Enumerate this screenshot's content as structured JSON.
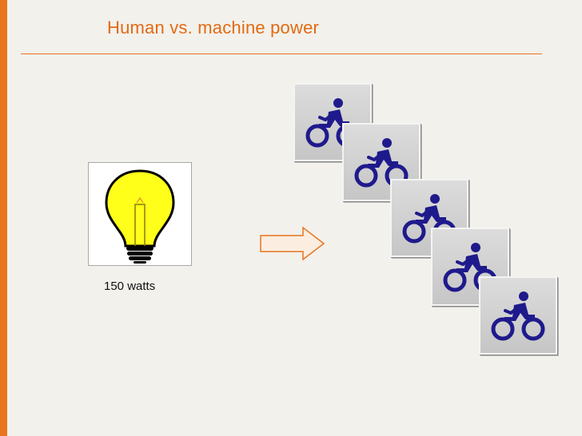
{
  "slide": {
    "title": "Human vs. machine power",
    "bulb_caption": "150 watts"
  },
  "icons": {
    "bulb": "light-bulb-icon",
    "arrow": "right-arrow-icon",
    "cyclist": "cyclist-icon"
  },
  "colors": {
    "accent": "#e8741f",
    "title": "#e26a12",
    "bulb_yellow": "#ffff1a",
    "cyclist_blue": "#1f1a8c",
    "tile_gray": "#c9c9c9"
  },
  "cyclist_count": 5
}
